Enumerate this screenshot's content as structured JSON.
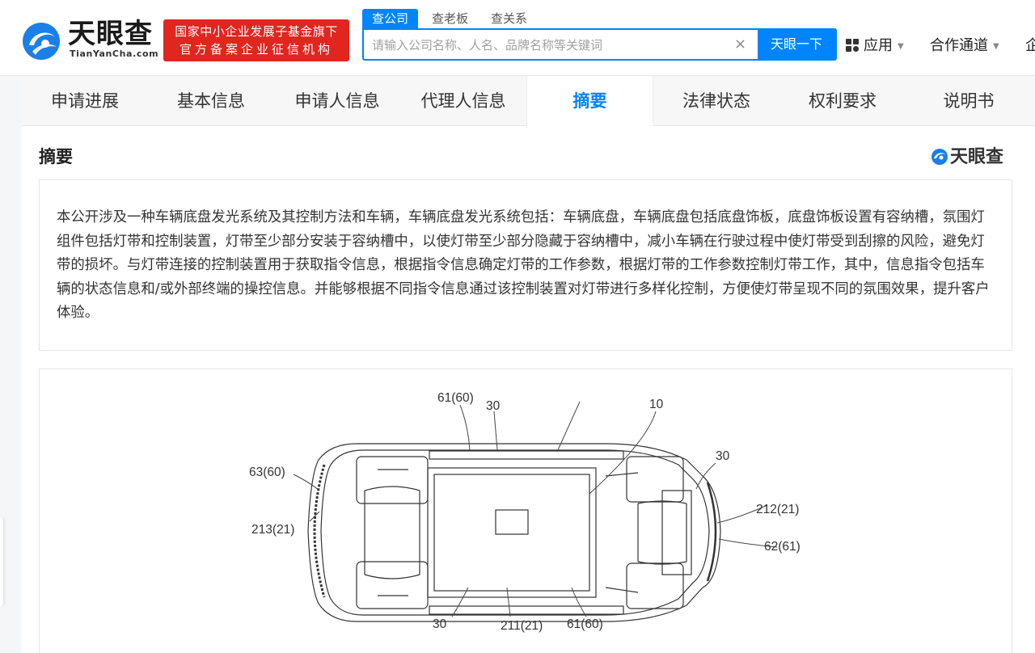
{
  "header": {
    "logo_cn": "天眼查",
    "logo_en": "TianYanCha.com",
    "badge_line1": "国家中小企业发展子基金旗下",
    "badge_line2": "官方备案企业征信机构",
    "search_tabs": [
      "查公司",
      "查老板",
      "查关系"
    ],
    "search_placeholder": "请输入公司名称、人名、品牌名称等关键词",
    "search_button": "天眼一下",
    "nav_app": "应用",
    "nav_coop": "合作通道",
    "nav_cut": "企"
  },
  "tabs": [
    "申请进展",
    "基本信息",
    "申请人信息",
    "代理人信息",
    "摘要",
    "法律状态",
    "权利要求",
    "说明书"
  ],
  "active_tab": "摘要",
  "section": {
    "title": "摘要",
    "watermark": "天眼查"
  },
  "abstract": "本公开涉及一种车辆底盘发光系统及其控制方法和车辆，车辆底盘发光系统包括：车辆底盘，车辆底盘包括底盘饰板，底盘饰板设置有容纳槽，氛围灯组件包括灯带和控制装置，灯带至少部分安装于容纳槽中，以使灯带至少部分隐藏于容纳槽中，减小车辆在行驶过程中使灯带受到刮擦的风险，避免灯带的损坏。与灯带连接的控制装置用于获取指令信息，根据指令信息确定灯带的工作参数，根据灯带的工作参数控制灯带工作，其中，信息指令包括车辆的状态信息和/或外部终端的操控信息。并能够根据不同指令信息通过该控制装置对灯带进行多样化控制，方便使灯带呈现不同的氛围效果，提升客户体验。",
  "figure": {
    "labels": {
      "top_left": "61(60)",
      "top_30": "30",
      "top_10": "10",
      "right_30": "30",
      "left_63": "63(60)",
      "left_213": "213(21)",
      "right_212": "212(21)",
      "right_62": "62(61)",
      "bottom_30": "30",
      "bottom_211": "211(21)",
      "bottom_61": "61(60)"
    }
  }
}
